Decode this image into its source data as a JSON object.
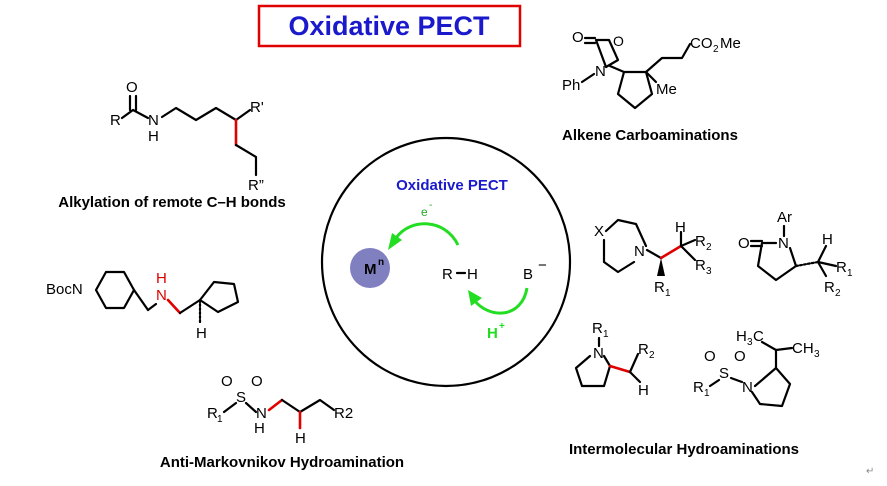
{
  "title": "Oxidative  PECT",
  "center": {
    "title": "Oxidative  PECT",
    "metal": "M",
    "metal_sup": "n",
    "electron": "e",
    "electron_sup": "-",
    "substrate_r": "R",
    "substrate_h": "H",
    "base": "B",
    "base_sup": "−",
    "proton": "H",
    "proton_sup": "+"
  },
  "captions": {
    "alkylation": "Alkylation of remote C–H bonds",
    "carboamination": "Alkene Carboaminations",
    "anti_markovnikov": "Anti-Markovnikov Hydroamination",
    "intermolecular": "Intermolecular Hydroaminations"
  },
  "molecules": {
    "amide": {
      "O": "O",
      "R": "R",
      "N": "N",
      "H": "H",
      "R1": "R'",
      "R2": "R”"
    },
    "spiro": {
      "O1": "O",
      "O2": "O",
      "N": "N",
      "Ph": "Ph",
      "Me": "Me",
      "ester": "CO",
      "ester_sub": "2",
      "ester_me": "Me"
    },
    "piperidine": {
      "boc": "BocN",
      "N": "N",
      "H_n": "H",
      "H_c": "H"
    },
    "sulfonamide": {
      "O1": "O",
      "O2": "O",
      "S": "S",
      "R": "R",
      "R_sub": "1",
      "N": "N",
      "H_n": "H",
      "H_c": "H",
      "R2": "R2"
    },
    "morpholine": {
      "X": "X",
      "N": "N",
      "H": "H",
      "R2": "R",
      "R2_sub": "2",
      "R3": "R",
      "R3_sub": "3",
      "R1": "R",
      "R1_sub": "1"
    },
    "pyrrolidinone": {
      "O": "O",
      "N": "N",
      "Ar": "Ar",
      "H": "H",
      "R1": "R",
      "R1_sub": "1",
      "R2": "R",
      "R2_sub": "2"
    },
    "pyrrolidine": {
      "R1": "R",
      "R1_sub": "1",
      "N": "N",
      "R2": "R",
      "R2_sub": "2",
      "H": "H"
    },
    "sulfonyl_pyrrolidine": {
      "H3C": "H",
      "H3C_sub": "3",
      "H3C_c": "C",
      "CH3": "CH",
      "CH3_sub": "3",
      "O1": "O",
      "O2": "O",
      "S": "S",
      "N": "N",
      "R": "R",
      "R_sub": "1"
    }
  },
  "colors": {
    "title": "#1a1acc",
    "title_border": "#e00000",
    "highlight_bond": "#e00000",
    "arrow": "#22dd22",
    "metal_fill": "#8080c0"
  },
  "corner_mark": "↵"
}
